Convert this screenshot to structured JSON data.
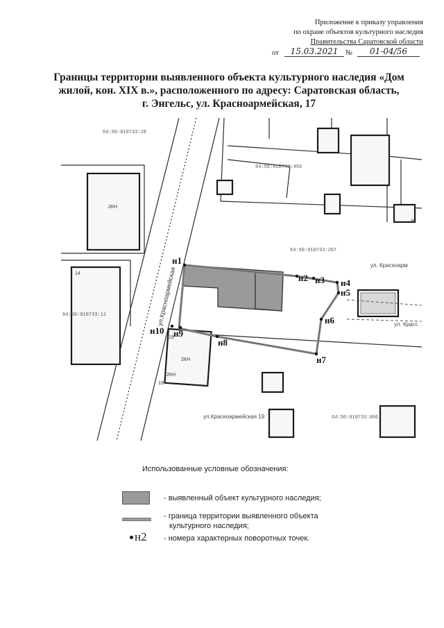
{
  "header": {
    "line1": "Приложение к приказу управления",
    "line2": "по охране объектов культурного наследия",
    "line3": "Правительства Саратовской области",
    "ot": "от",
    "date": "15.03.2021",
    "no": "№",
    "number": "01-04/56"
  },
  "title": {
    "line1": "Границы территории выявленного объекта культурного наследия «Дом",
    "line2": "жилой, кон. XIX в.», расположенного по адресу: Саратовская область,",
    "line3": "г. Энгельс, ул. Красноармейская, 17"
  },
  "map": {
    "cadastre": [
      "64:50:010733:28",
      "64:50:010733:450",
      "64:50:010733:207",
      "64:50:010733:11",
      "64:50:010733:606"
    ],
    "street_main": "ул.Красноармейская",
    "street_lower": "ул.Красноармейская 19",
    "street_right_top": "ул. Красноарм",
    "street_right_mid": "ул. Красс",
    "bldg_labels": [
      "2КН",
      "2КН",
      "Н",
      "14",
      "19",
      "2КН",
      "19"
    ],
    "points": [
      "н1",
      "н2",
      "н3",
      "н4",
      "н5",
      "н6",
      "н7",
      "н8",
      "н9",
      "н10"
    ],
    "colors": {
      "object_fill": "#9a9a9a",
      "boundary": "#8c8c8c",
      "lines": "#2a2a2a"
    }
  },
  "legend": {
    "title": "Использованные условные обозначения:",
    "item1": "- выявленный объект культурного наследия;",
    "item2a": "- граница территории выявленного объекта",
    "item2b": "культурного наследия;",
    "item3_label": "н2",
    "item3": "- номера характерных поворотных точек."
  }
}
